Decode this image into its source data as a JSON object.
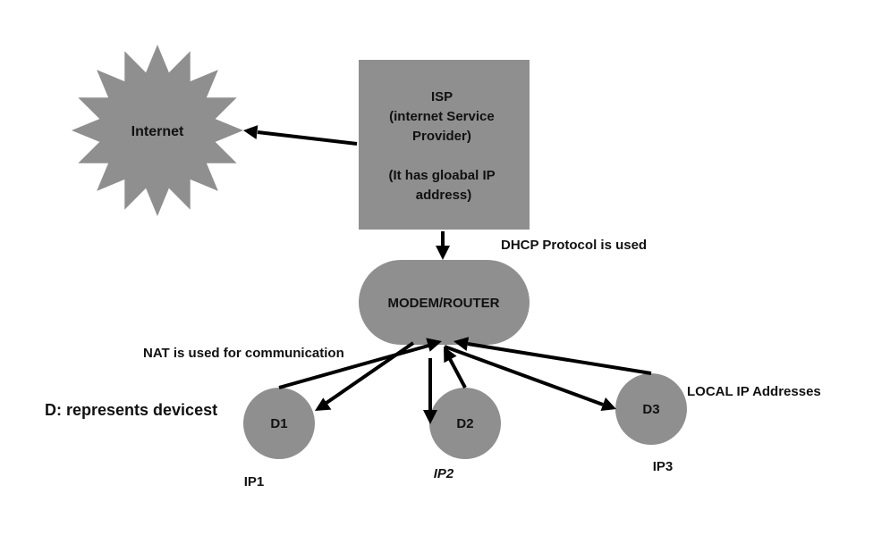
{
  "colors": {
    "shape_fill": "#8f8f8f",
    "arrow": "#000000",
    "text": "#111111",
    "background": "#ffffff"
  },
  "nodes": {
    "internet": {
      "label": "Internet"
    },
    "isp": {
      "lines": [
        "ISP",
        "(internet Service",
        "Provider)",
        "",
        "(It has gloabal IP",
        "address)"
      ]
    },
    "router": {
      "label": "MODEM/ROUTER"
    },
    "devices": [
      {
        "label": "D1",
        "ip": "IP1"
      },
      {
        "label": "D2",
        "ip": "IP2"
      },
      {
        "label": "D3",
        "ip": "IP3"
      }
    ]
  },
  "annotations": {
    "dhcp": "DHCP Protocol is used",
    "nat": "NAT is used  for communication",
    "local_ip": "LOCAL IP Addresses",
    "legend": "D: represents devicest"
  }
}
